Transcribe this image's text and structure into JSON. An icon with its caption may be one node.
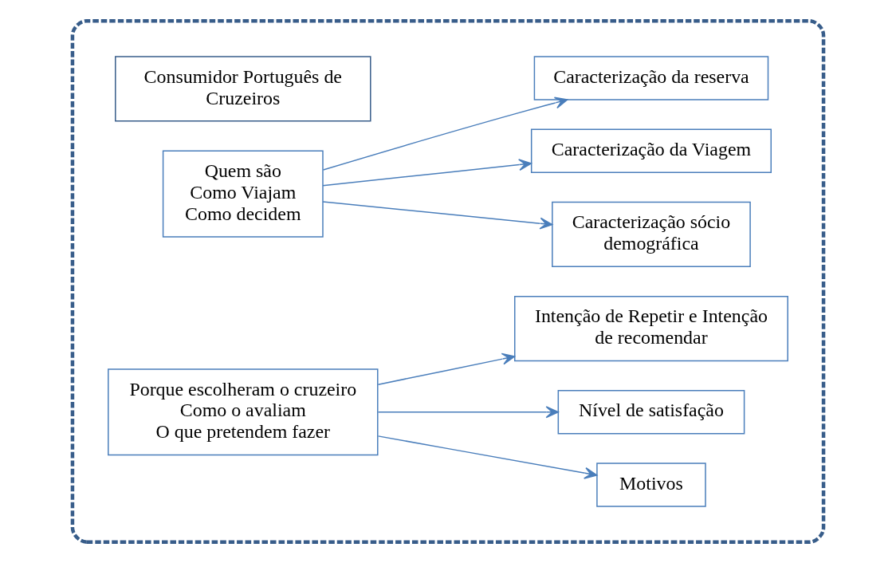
{
  "diagram": {
    "nodes": [
      {
        "text": [],
        "shape": "box"
      },
      {
        "text": [
          "Consumidor Português de Cruzeiros"
        ],
        "in": 0
      },
      {
        "text": [
          "Quem são",
          "Como Viajam",
          "Como decidem"
        ],
        "in": 0
      },
      {
        "text": [
          "Caracterização sócio demográfica"
        ],
        "in": 0
      },
      {
        "text": [
          "Caracterização da Viagem"
        ],
        "in": 0
      },
      {
        "text": [
          "Caracterização da reserva"
        ],
        "in": 0
      },
      {
        "text": [
          "Porque escolheram o cruzeiro",
          "Como o avaliam",
          "O que pretendem fazer"
        ],
        "in": 0
      },
      {
        "text": [
          "Motivos"
        ],
        "in": 0
      },
      {
        "text": [
          "Nível de satisfação"
        ],
        "in": 0
      },
      {
        "text": [
          "Intenção de Repetir e Intenção de recomendar"
        ],
        "in": 0
      }
    ],
    "edges": [
      {
        "from": 2,
        "to": 3,
        "arrow": "to"
      },
      {
        "from": 2,
        "to": 4,
        "arrow": "to"
      },
      {
        "from": 2,
        "to": 5,
        "arrow": "to"
      },
      {
        "from": 6,
        "to": 7,
        "arrow": "to"
      },
      {
        "from": 6,
        "to": 8,
        "arrow": "to"
      },
      {
        "from": 6,
        "to": 9,
        "arrow": "to"
      }
    ]
  }
}
